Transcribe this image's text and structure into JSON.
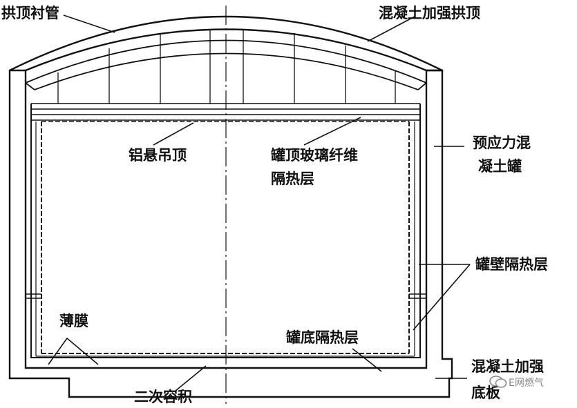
{
  "colors": {
    "line": "#111111",
    "background": "#ffffff",
    "watermark": "#8a8a8a"
  },
  "labels": {
    "arch_liner": "拱顶衬管",
    "concrete_dome": "混凝土加强拱顶",
    "aluminum_deck": "铝悬吊顶",
    "roof_insulation_1": "罐顶玻璃纤维",
    "roof_insulation_2": "隔热层",
    "prestressed_tank_1": "预应力混",
    "prestressed_tank_2": "凝土罐",
    "wall_insulation": "罐壁隔热层",
    "membrane": "薄膜",
    "bottom_insulation": "罐底隔热层",
    "concrete_base_1": "混凝土加强",
    "concrete_base_2": "底板",
    "secondary_volume": "二次容积"
  },
  "watermark": {
    "text": "E网燃气",
    "icon": "wechat-icon"
  }
}
